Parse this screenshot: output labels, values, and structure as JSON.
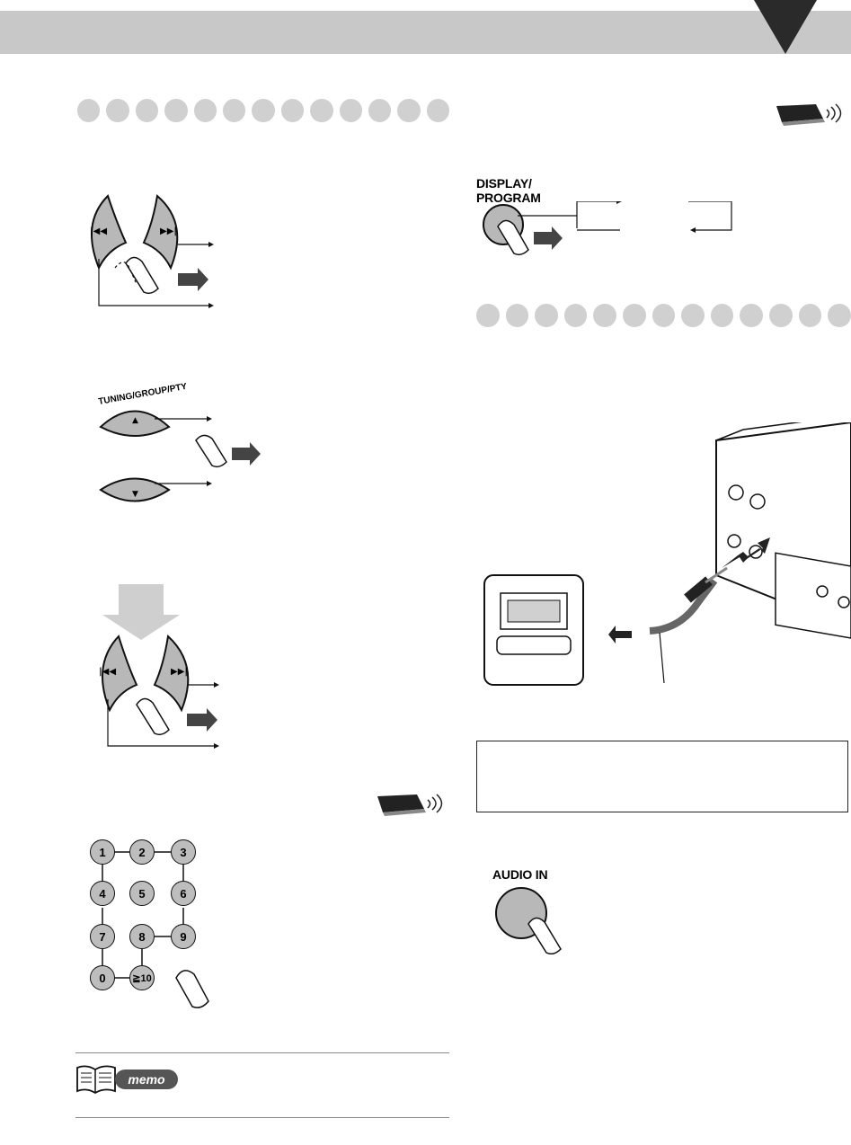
{
  "header": {
    "band_color": "#c8c8c8"
  },
  "labels": {
    "tuning_group_pty": "TUNING/GROUP/PTY",
    "display_program": [
      "DISPLAY/",
      "PROGRAM"
    ],
    "audio_in": "AUDIO IN",
    "memo": "memo"
  },
  "numeric_keypad": {
    "keys": [
      "1",
      "2",
      "3",
      "4",
      "5",
      "6",
      "7",
      "8",
      "9",
      "0",
      "≧10"
    ]
  },
  "colors": {
    "gray_fill": "#b8b8b8",
    "dot_gray": "#d0d0d0",
    "dark": "#333333"
  }
}
